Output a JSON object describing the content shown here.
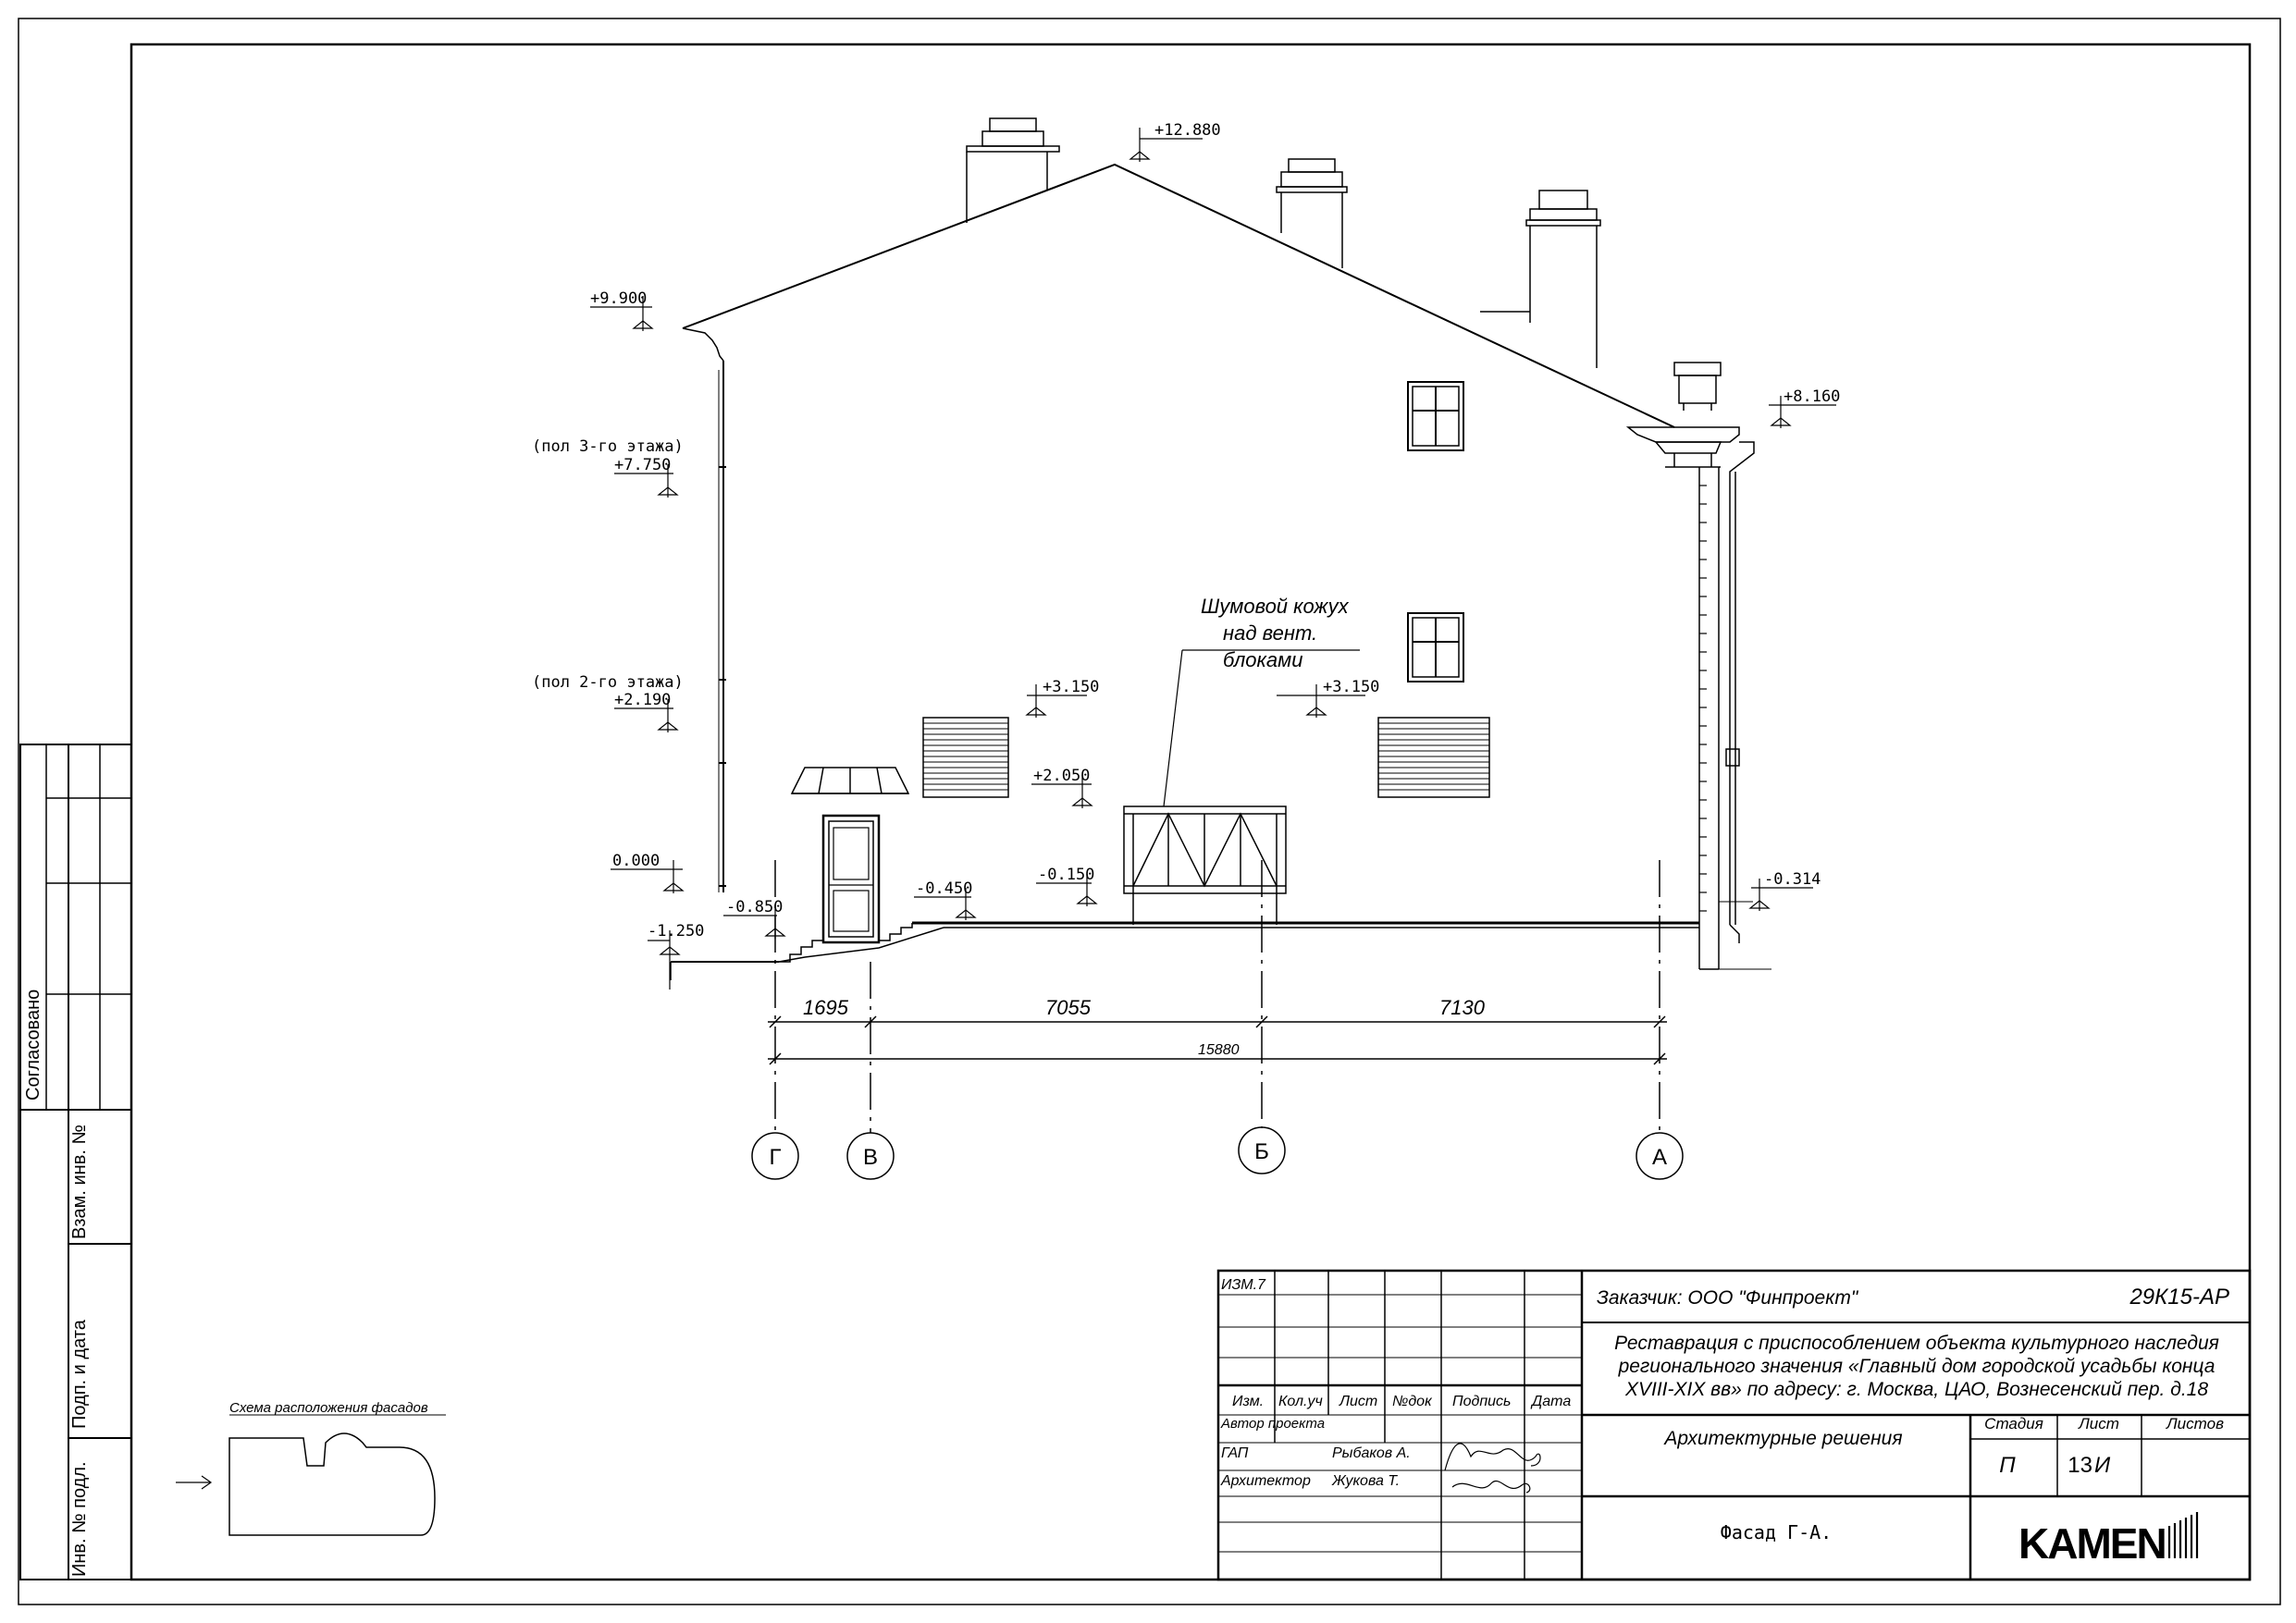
{
  "side_stamp": {
    "agreed": "Согласовано",
    "replace_inv": "Взам. инв. №",
    "sign_date": "Подп. и дата",
    "inv_orig": "Инв. № подл."
  },
  "levels": {
    "ridge": "+12.880",
    "eave_left": "+9.900",
    "floor3_caption": "(пол 3-го этажа)",
    "floor3": "+7.750",
    "floor2_caption": "(пол 2-го этажа)",
    "floor2": "+2.190",
    "zero": "0.000",
    "minus_0850": "-0.850",
    "minus_1250": "-1.250",
    "minus_0450": "-0.450",
    "plus_2050": "+2.050",
    "minus_0150": "-0.150",
    "plus_3150_a": "+3.150",
    "plus_3150_b": "+3.150",
    "eave_right": "+8.160",
    "minus_0314": "-0.314"
  },
  "callout": {
    "line1": "Шумовой кожух",
    "line2": "над вент.",
    "line3": "блоками"
  },
  "dimensions": {
    "d1": "1695",
    "d2": "7055",
    "d3": "7130",
    "total": "15880"
  },
  "axes": {
    "g": "Г",
    "v": "В",
    "b": "Б",
    "a": "А"
  },
  "scheme": {
    "title": "Схема расположения фасадов"
  },
  "title_block": {
    "revision": "ИЗМ.7",
    "customer": "Заказчик: ООО \"Финпроект\"",
    "code": "29К15-АР",
    "project_line1": "Реставрация с приспособлением объекта культурного наследия",
    "project_line2": "регионального значения «Главный дом городской усадьбы конца",
    "project_line3": "XVIII-XIX вв» по адресу: г. Москва, ЦАО, Вознесенский пер. д.18",
    "col_change": "Изм.",
    "col_qty": "Кол.уч",
    "col_sheet": "Лист",
    "col_doc": "№док",
    "col_sign": "Подпись",
    "col_date": "Дата",
    "role_author": "Автор проекта",
    "role_gap": "ГАП",
    "role_architect": "Архитектор",
    "name_gap": "Рыбаков А.",
    "name_architect": "Жукова Т.",
    "section": "Архитектурные решения",
    "hdr_stage": "Стадия",
    "hdr_sheet": "Лист",
    "hdr_sheets": "Листов",
    "stage": "П",
    "sheet": "13",
    "sheet_suffix": "И",
    "sheet_name": "Фасад  Г-А.",
    "logo": "KAMEN"
  }
}
